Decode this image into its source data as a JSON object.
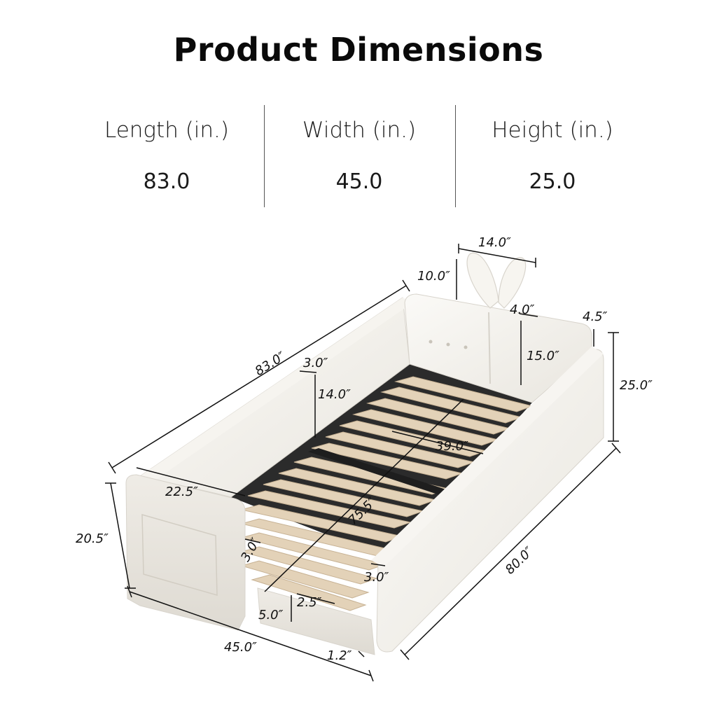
{
  "header": {
    "title": "Product Dimensions"
  },
  "specs": [
    {
      "label": "Length (in.)",
      "value": "83.0"
    },
    {
      "label": "Width (in.)",
      "value": "45.0"
    },
    {
      "label": "Height (in.)",
      "value": "25.0"
    }
  ],
  "dimensions": {
    "ears_width": "14.0″",
    "ears_height": "10.0″",
    "overall_length": "83.0″",
    "headboard_gap": "4.0″",
    "arm_thickness": "4.5″",
    "headboard_height": "15.0″",
    "overall_height": "25.0″",
    "side_thickness": "3.0″",
    "rail_height": "14.0″",
    "slat_width": "39.0″",
    "front_arm_depth": "22.5″",
    "slat_length": "75.5″",
    "front_height": "20.5″",
    "front_panel_thickness": "3.0″",
    "side_panel_thickness": "3.0″",
    "inner_length": "80.0″",
    "leg_height": "5.0″",
    "leg_width": "2.5″",
    "overall_width": "45.0″",
    "leg_gap": "1.2″"
  }
}
